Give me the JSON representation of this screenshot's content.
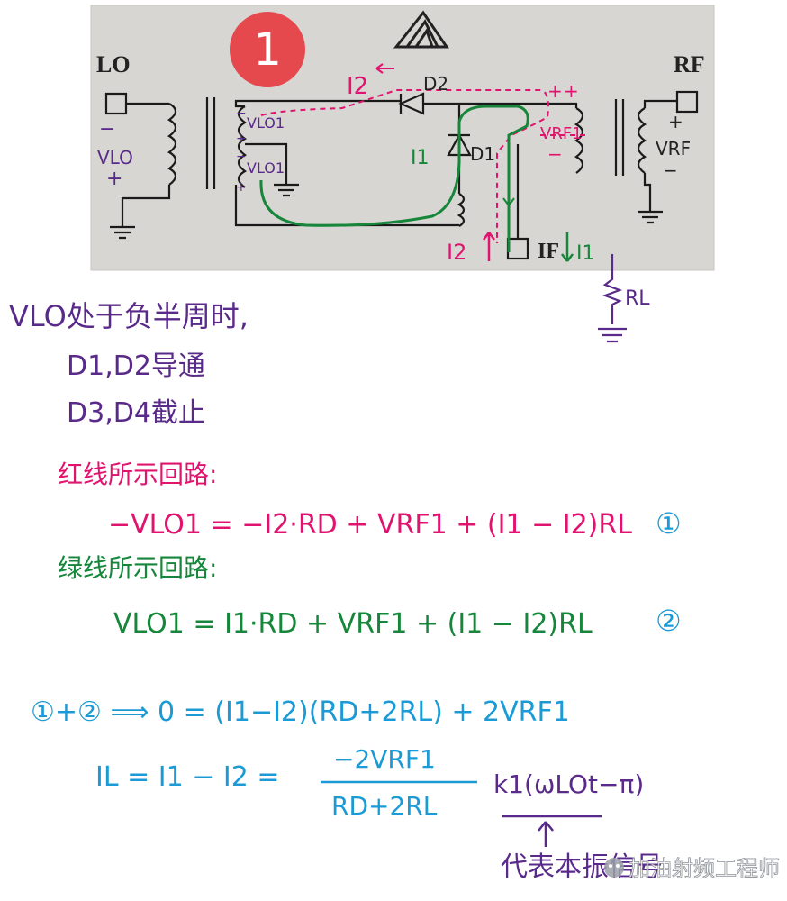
{
  "badge": {
    "number": "1",
    "color": "#e5484d"
  },
  "photo": {
    "background": "#d9d7d3",
    "ports": {
      "lo": "LO",
      "rf": "RF",
      "if": "IF"
    },
    "diode_labels": {
      "d1": "D1",
      "d2": "D2"
    },
    "voltage_labels": {
      "vlo": "VLO",
      "vlo1_top": "VLO1",
      "vlo1_bottom": "VLO1",
      "vrf1": "VRF1",
      "vrf": "VRF"
    },
    "current_labels": {
      "i2_top": "I2",
      "i1_green": "I1",
      "i2_bottom": "I2",
      "i1_right": "I1"
    },
    "polarity": {
      "minus": "−",
      "plus": "+"
    }
  },
  "load": {
    "label": "RL"
  },
  "notes": {
    "line1": "VLO处于负半周时,",
    "line2": "D1,D2导通",
    "line3": "D3,D4截止",
    "red_title": "红线所示回路:",
    "red_eq": "−VLO1 = −I2·RD + VRF1 + (I1 − I2)RL",
    "red_num": "①",
    "green_title": "绿线所示回路:",
    "green_eq": "VLO1 =  I1·RD + VRF1 + (I1 − I2)RL",
    "green_num": "②",
    "sum_eq": "①+② ⟹ 0 = (I1−I2)(RD+2RL) + 2VRF1",
    "il_lhs": "IL = I1 − I2 =",
    "frac_num": "−2VRF1",
    "frac_den": "RD+2RL",
    "cos_term": "k1(ωLOt−π)",
    "arrow_note": "代表本振信号"
  },
  "watermark": "加油射频工程师",
  "colors": {
    "purple": "#5a2a8a",
    "red": "#e0146e",
    "green": "#16863a",
    "blue": "#1b9ad6"
  }
}
